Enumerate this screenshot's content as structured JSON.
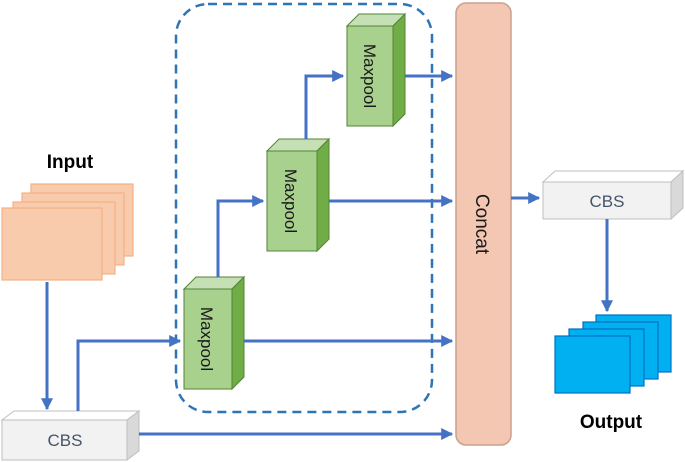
{
  "labels": {
    "input": "Input",
    "output": "Output",
    "cbs_in": "CBS",
    "cbs_out": "CBS",
    "maxpool_1": "Maxpool",
    "maxpool_2": "Maxpool",
    "maxpool_3": "Maxpool",
    "concat": "Concat"
  },
  "colors": {
    "arrow": "#4472c4",
    "dashed_border": "#2e75b6",
    "input_face": "#f8cbad",
    "input_edge": "#f4b183",
    "output_face": "#00b0f0",
    "output_edge": "#0070c0",
    "maxpool_face": "#a9d18e",
    "maxpool_side": "#70ad47",
    "cbs_face": "#f2f2f2",
    "cbs_side": "#d9d9d9",
    "concat_fill": "#f4c7b3",
    "concat_stroke": "#c9a08d"
  }
}
